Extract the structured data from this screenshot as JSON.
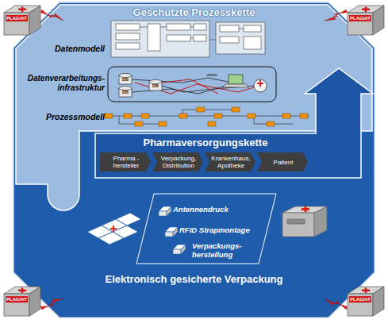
{
  "diagram": {
    "nodes": [
      {
        "text": [
          "PLAGIAT"
        ]
      },
      {
        "text": [
          "PLAGIAT"
        ]
      },
      {
        "text": [
          "Geschützte Prozesskette"
        ]
      },
      {
        "text": [
          "Pharmaversorgungskette"
        ]
      },
      {
        "text": [
          "Pharma - hersteller"
        ],
        "in": 3
      },
      {
        "text": [
          "Verpackung, Distribution"
        ],
        "in": 3
      },
      {
        "text": [
          "Krankenhaus, Apotheke"
        ],
        "in": 3
      },
      {
        "text": [
          "Patient"
        ],
        "in": 3
      },
      {
        "text": [
          "Elektronisch gesicherte Verpackung"
        ]
      },
      {
        "text": [
          "Antennendruck",
          "RFID Strapmontage",
          "Verpackungs- herstellung"
        ],
        "in": 8
      },
      {
        "text": [
          "PLAGIAT"
        ]
      },
      {
        "text": [
          "PLAGIAT"
        ]
      }
    ],
    "labels": [
      "Datenmodell",
      "Datenverarbeitungs- infrastruktur",
      "Prozessmodell",
      "www",
      "DB",
      "DB",
      "DB"
    ]
  }
}
